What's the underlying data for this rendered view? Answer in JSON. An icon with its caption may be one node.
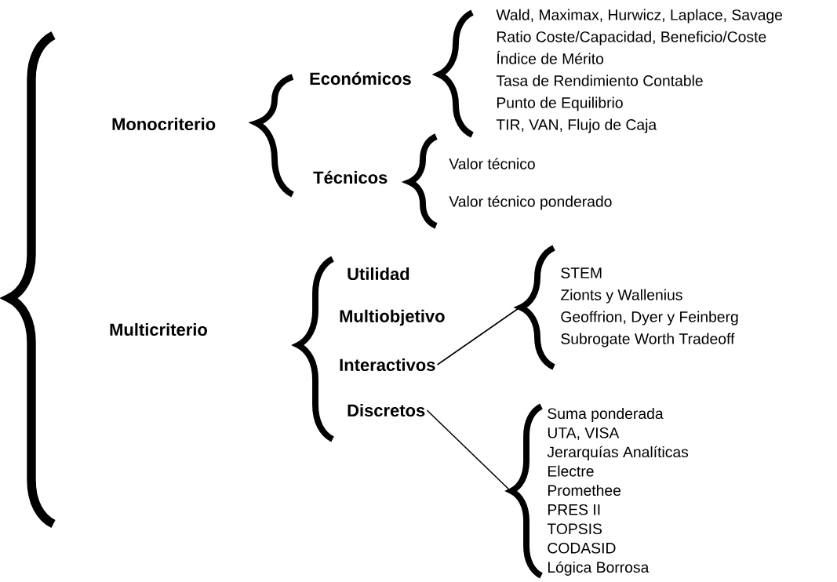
{
  "diagram": {
    "nodes": [
      {
        "text": [
          "Monocriterio"
        ]
      },
      {
        "text": [
          "Económicos"
        ]
      },
      {
        "text": [
          "Wald, Maximax, Hurwicz, Laplace, Savage",
          "Ratio Coste/Capacidad, Beneficio/Coste",
          "Índice de Mérito",
          "Tasa de Rendimiento Contable",
          "Punto de Equilibrio",
          "TIR, VAN, Flujo de Caja"
        ]
      },
      {
        "text": [
          "Técnicos"
        ]
      },
      {
        "text": [
          "Valor técnico",
          "Valor técnico ponderado"
        ]
      },
      {
        "text": [
          "Multicriterio"
        ]
      },
      {
        "text": [
          "Utilidad"
        ]
      },
      {
        "text": [
          "Multiobjetivo"
        ]
      },
      {
        "text": [
          "Interactivos"
        ]
      },
      {
        "text": [
          "STEM",
          "Zionts y Wallenius",
          "Geoffrion, Dyer y Feinberg",
          "Subrogate Worth Tradeoff"
        ]
      },
      {
        "text": [
          "Discretos"
        ]
      },
      {
        "text": [
          "Suma ponderada",
          "UTA, VISA",
          "Jerarquías Analíticas",
          "Electre",
          "Promethee",
          "PRES II",
          "TOPSIS",
          "CODASID",
          "Lógica Borrosa"
        ]
      }
    ],
    "edges": [
      {
        "from": 8,
        "to": 9,
        "arrow": "none"
      },
      {
        "from": 10,
        "to": 11,
        "arrow": "none"
      }
    ]
  }
}
